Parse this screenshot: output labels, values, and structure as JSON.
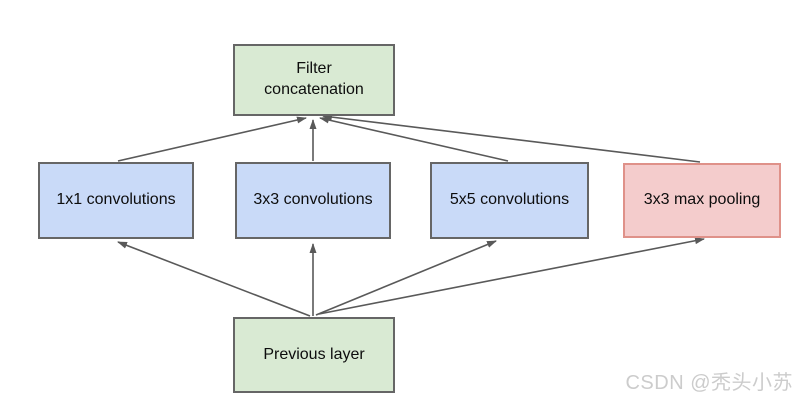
{
  "diagram": {
    "nodes": {
      "filter_concatenation": {
        "label": "Filter concatenation",
        "fill": "#d9ead3",
        "border": "#666666"
      },
      "conv_1x1": {
        "label": "1x1 convolutions",
        "fill": "#c9daf8",
        "border": "#666666"
      },
      "conv_3x3": {
        "label": "3x3 convolutions",
        "fill": "#c9daf8",
        "border": "#666666"
      },
      "conv_5x5": {
        "label": "5x5 convolutions",
        "fill": "#c9daf8",
        "border": "#666666"
      },
      "max_pool_3x3": {
        "label": "3x3 max pooling",
        "fill": "#f4cccc",
        "border": "#df9189"
      },
      "previous_layer": {
        "label": "Previous layer",
        "fill": "#d9ead3",
        "border": "#666666"
      }
    },
    "edges": [
      {
        "from": "previous_layer",
        "to": "conv_1x1"
      },
      {
        "from": "previous_layer",
        "to": "conv_3x3"
      },
      {
        "from": "previous_layer",
        "to": "conv_5x5"
      },
      {
        "from": "previous_layer",
        "to": "max_pool_3x3"
      },
      {
        "from": "conv_1x1",
        "to": "filter_concatenation"
      },
      {
        "from": "conv_3x3",
        "to": "filter_concatenation"
      },
      {
        "from": "conv_5x5",
        "to": "filter_concatenation"
      },
      {
        "from": "max_pool_3x3",
        "to": "filter_concatenation"
      }
    ],
    "arrow_color": "#595959"
  },
  "watermark": {
    "text": "CSDN @秃头小苏",
    "color": "#cccccc"
  }
}
